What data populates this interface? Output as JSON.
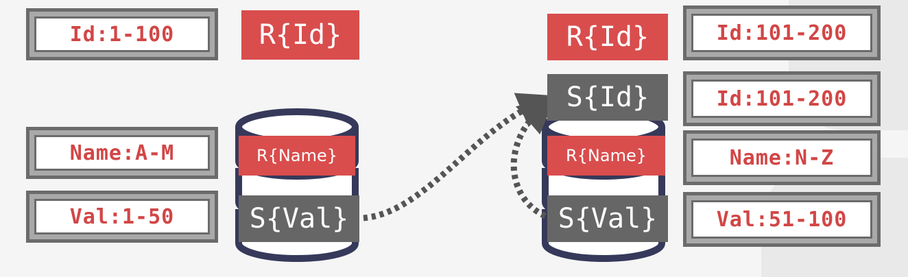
{
  "colors": {
    "red": "#d94d4d",
    "dark_gray": "#666666",
    "cylinder_outline": "#36395a",
    "range_text": "#d24646",
    "arrow": "#555555"
  },
  "left_node": {
    "ranges": {
      "id": "Id:1-100",
      "name": "Name:A-M",
      "val": "Val:1-50"
    },
    "replicas": {
      "r_id": "R{Id}",
      "r_name": "R{Name}",
      "s_val": "S{Val}"
    }
  },
  "right_node": {
    "ranges": {
      "id_primary": "Id:101-200",
      "id_secondary": "Id:101-200",
      "name": "Name:N-Z",
      "val": "Val:51-100"
    },
    "replicas": {
      "r_id": "R{Id}",
      "s_id": "S{Id}",
      "r_name": "R{Name}",
      "s_val": "S{Val}"
    }
  }
}
